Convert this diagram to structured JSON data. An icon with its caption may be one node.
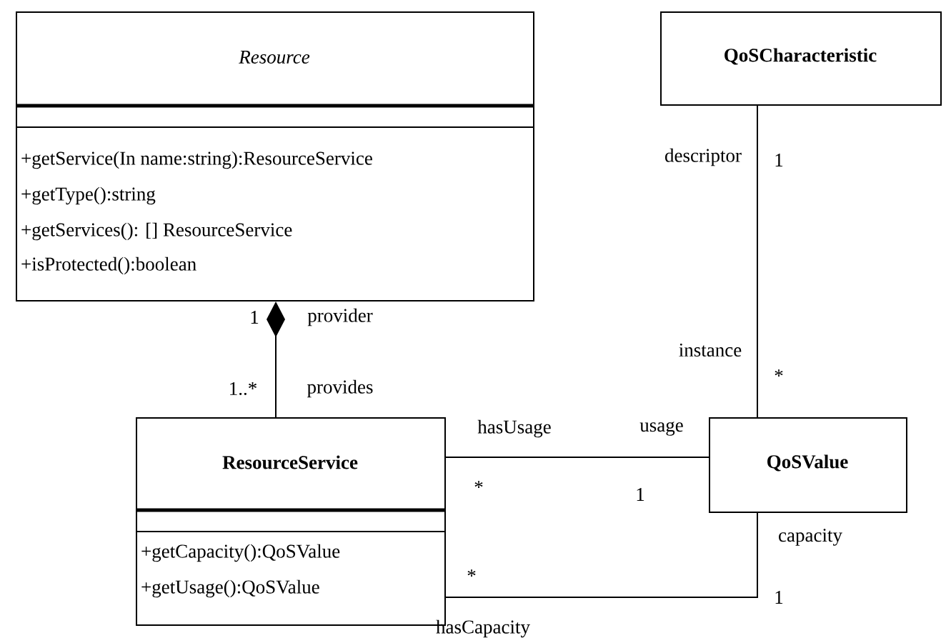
{
  "diagram": {
    "nodes": [
      {
        "text": [
          "*Resource*",
          "+getService(In name:string):ResourceService",
          "+getType():string",
          "+getServices(): [] ResourceService",
          "+isProtected():boolean"
        ]
      },
      {
        "text": [
          "**ResourceService**",
          "+getCapacity():QoSValue",
          "+getUsage():QoSValue"
        ]
      },
      {
        "text": [
          "**QoSCharacteristic**"
        ]
      },
      {
        "text": [
          "**QoSValue**"
        ]
      }
    ],
    "edges": [
      {
        "from": 1,
        "to": 0,
        "arrow": "other"
      },
      {
        "from": 2,
        "to": 3,
        "arrow": "none"
      },
      {
        "from": 1,
        "to": 3,
        "arrow": "none"
      },
      {
        "from": 1,
        "to": 3,
        "arrow": "none"
      }
    ],
    "labels": [
      "1",
      "provider",
      "1..*",
      "provides",
      "descriptor",
      "1",
      "instance",
      "*",
      "hasUsage",
      "usage",
      "*",
      "1",
      "capacity",
      "*",
      "1",
      "hasCapacity"
    ]
  }
}
